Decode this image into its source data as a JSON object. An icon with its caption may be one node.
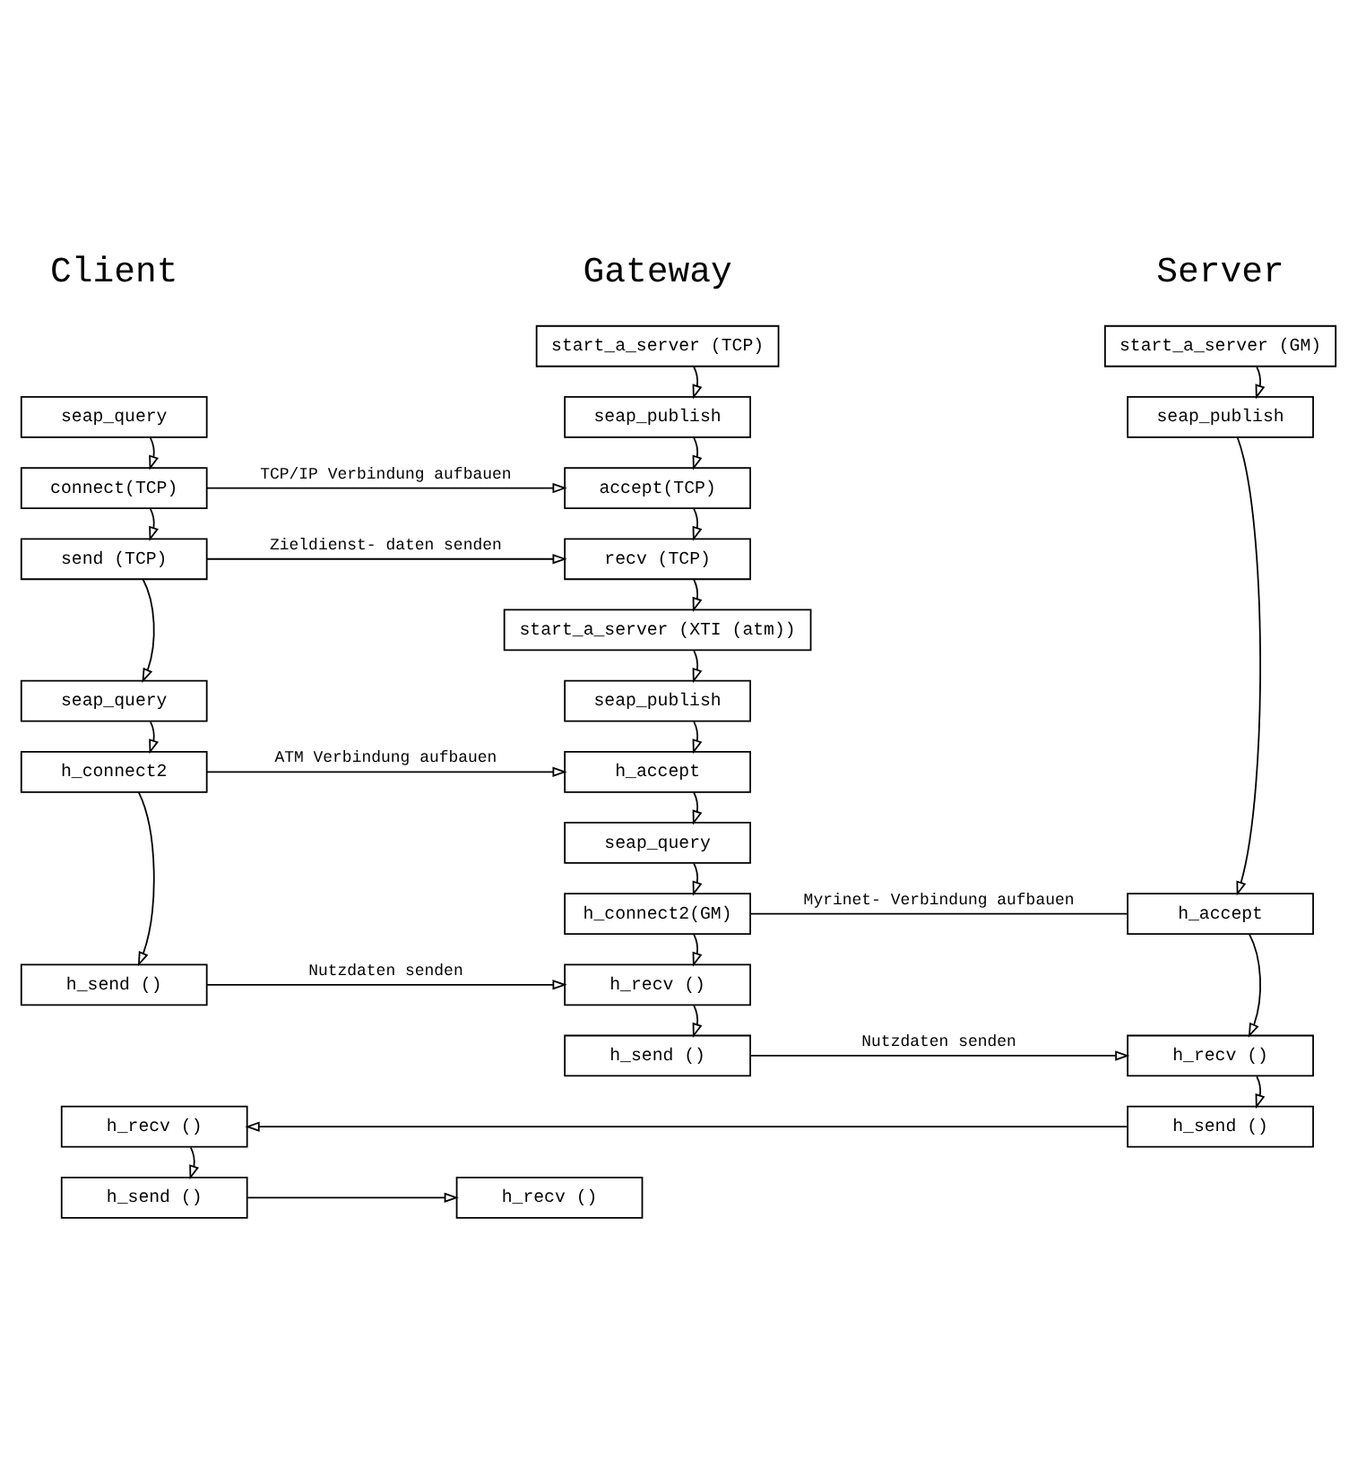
{
  "diagram": {
    "nodes": [
      {
        "text": [
          "start_a_server (TCP)"
        ]
      },
      {
        "text": [
          "start_a_server (GM)"
        ]
      },
      {
        "text": [
          "seap_query"
        ]
      },
      {
        "text": [
          "seap_publish"
        ]
      },
      {
        "text": [
          "seap_publish"
        ]
      },
      {
        "text": [
          "connect(TCP)"
        ]
      },
      {
        "text": [
          "accept(TCP)"
        ]
      },
      {
        "text": [
          "send (TCP)"
        ]
      },
      {
        "text": [
          "recv (TCP)"
        ]
      },
      {
        "text": [
          "start_a_server (XTI (atm))"
        ]
      },
      {
        "text": [
          "seap_query"
        ]
      },
      {
        "text": [
          "seap_publish"
        ]
      },
      {
        "text": [
          "h_connect2"
        ]
      },
      {
        "text": [
          "h_accept"
        ]
      },
      {
        "text": [
          "seap_query"
        ]
      },
      {
        "text": [
          "h_connect2(GM)"
        ]
      },
      {
        "text": [
          "h_accept"
        ]
      },
      {
        "text": [
          "h_send ()"
        ]
      },
      {
        "text": [
          "h_recv ()"
        ]
      },
      {
        "text": [
          "h_send ()"
        ]
      },
      {
        "text": [
          "h_recv ()"
        ]
      },
      {
        "text": [
          "h_recv ()"
        ]
      },
      {
        "text": [
          "h_send ()"
        ]
      },
      {
        "text": [
          "h_recv ()"
        ]
      },
      {
        "text": [
          "h_send ()"
        ]
      }
    ],
    "edges": [
      {
        "from": 0,
        "to": 3,
        "arrow": "to"
      },
      {
        "from": 1,
        "to": 4,
        "arrow": "to"
      },
      {
        "from": 2,
        "to": 5,
        "arrow": "to"
      },
      {
        "from": 5,
        "to": 6,
        "arrow": "to",
        "label": "TCP/IP Verbindung aufbauen"
      },
      {
        "from": 3,
        "to": 6,
        "arrow": "to"
      },
      {
        "from": 5,
        "to": 7,
        "arrow": "to"
      },
      {
        "from": 6,
        "to": 8,
        "arrow": "to"
      },
      {
        "from": 7,
        "to": 8,
        "arrow": "to",
        "label": "Zieldienst- daten senden"
      },
      {
        "from": 8,
        "to": 9,
        "arrow": "to"
      },
      {
        "from": 7,
        "to": 10,
        "arrow": "to"
      },
      {
        "from": 9,
        "to": 11,
        "arrow": "to"
      },
      {
        "from": 10,
        "to": 12,
        "arrow": "to"
      },
      {
        "from": 11,
        "to": 13,
        "arrow": "to"
      },
      {
        "from": 12,
        "to": 13,
        "arrow": "to",
        "label": "ATM Verbindung aufbauen"
      },
      {
        "from": 13,
        "to": 14,
        "arrow": "to"
      },
      {
        "from": 14,
        "to": 15,
        "arrow": "to"
      },
      {
        "from": 4,
        "to": 16,
        "arrow": "to"
      },
      {
        "from": 15,
        "to": 16,
        "arrow": "none",
        "label": "Myrinet- Verbindung aufbauen"
      },
      {
        "from": 12,
        "to": 17,
        "arrow": "to"
      },
      {
        "from": 15,
        "to": 18,
        "arrow": "to"
      },
      {
        "from": 17,
        "to": 18,
        "arrow": "to",
        "label": "Nutzdaten senden"
      },
      {
        "from": 18,
        "to": 19,
        "arrow": "to"
      },
      {
        "from": 16,
        "to": 20,
        "arrow": "to"
      },
      {
        "from": 19,
        "to": 20,
        "arrow": "to",
        "label": "Nutzdaten senden"
      },
      {
        "from": 20,
        "to": 22,
        "arrow": "to"
      },
      {
        "from": 22,
        "to": 21,
        "arrow": "to"
      },
      {
        "from": 21,
        "to": 24,
        "arrow": "to"
      },
      {
        "from": 24,
        "to": 23,
        "arrow": "to"
      }
    ],
    "labels": [
      "Client",
      "Gateway",
      "Server"
    ]
  }
}
